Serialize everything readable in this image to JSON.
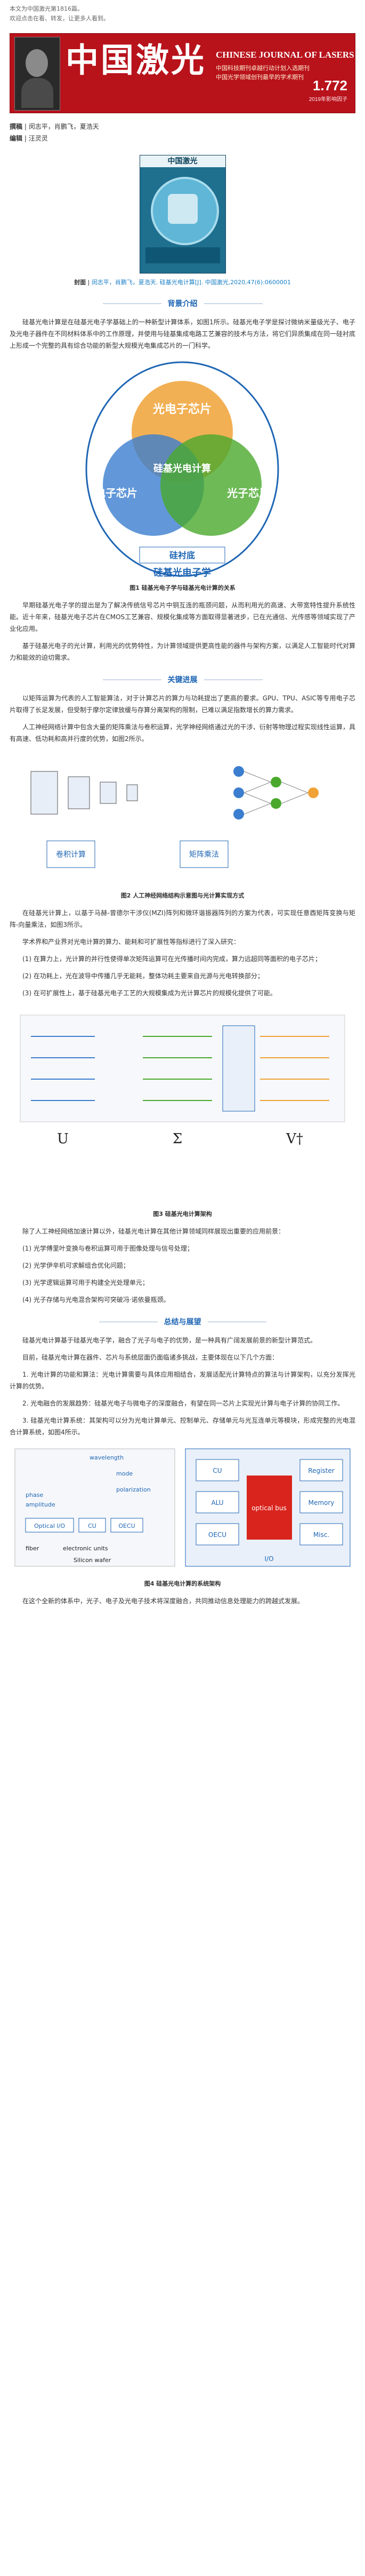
{
  "header": {
    "read_note": "本文为中国激光第1816篇。",
    "welcome": "欢迎点击在看、转发，让更多人看到。"
  },
  "banner": {
    "logo_cn": "中国激光",
    "logo_en": "CHINESE JOURNAL OF LASERS",
    "line1": "中国科技期刊卓越行动计划入选期刊",
    "line2": "中国光学领域创刊最早的学术期刊",
    "issue": "1.772",
    "issue_sub": "2019年影响因子"
  },
  "meta": {
    "author_label": "撰稿",
    "author_value": "闵志平，肖鹏飞，夏浩天",
    "editor_label": "编辑",
    "editor_value": "汪灵灵"
  },
  "cover": {
    "title": "中国激光"
  },
  "cover_caption": {
    "prefix": "封面",
    "link": "闵志平，肖鹏飞，夏浩天. 硅基光电计算[J]. 中国激光,2020,47(6):0600001"
  },
  "sections": {
    "background": "背景介绍",
    "key": "关键进展",
    "outlook": "总结与展望"
  },
  "paragraphs": {
    "intro1": "硅基光电计算是在硅基光电子学基础上的一种新型计算体系，如图1所示。硅基光电子学是探讨微纳米量级光子、电子及光电子器件在不同材料体系中的工作原理，并使用与硅基集成电路工艺兼容的技术与方法，将它们异质集成在同一硅衬底上形成一个完整的具有综合功能的新型大规模光电集成芯片的一门科学。",
    "intro2": "早期硅基光电子学的提出是为了解决传统信号芯片中铜互连的瓶颈问题，从而利用光的高速、大带宽特性提升系统性能。近十年来，硅基光电子芯片在CMOS工艺兼容、规模化集成等方面取得显著进步，已在光通信、光传感等领域实现了产业化应用。",
    "intro3": "基于硅基光电子的光计算，利用光的优势特性，为计算领域提供更高性能的器件与架构方案，以满足人工智能时代对算力和能效的迫切需求。",
    "key1": "以矩阵运算为代表的人工智能算法，对于计算芯片的算力与功耗提出了更高的要求。GPU、TPU、ASIC等专用电子芯片取得了长足发展，但受制于摩尔定律放缓与存算分离架构的限制，已难以满足指数增长的算力需求。",
    "key2": "人工神经网络计算中包含大量的矩阵乘法与卷积运算，光学神经网络通过光的干涉、衍射等物理过程实现线性运算，具有高速、低功耗和高并行度的优势，如图2所示。",
    "key3": "在硅基光计算上，以基于马赫-曾德尔干涉仪(MZI)阵列和微环谐振器阵列的方案为代表，可实现任意酉矩阵变换与矩阵-向量乘法，如图3所示。",
    "key4": "学术界和产业界对光电计算的算力、能耗和可扩展性等指标进行了深入研究：",
    "key5": "(1) 在算力上，光计算的并行性使得单次矩阵运算可在光传播时间内完成，算力远超同等面积的电子芯片；",
    "key6": "(2) 在功耗上，光在波导中传播几乎无能耗，整体功耗主要来自光源与光电转换部分；",
    "key7": "(3) 在可扩展性上，基于硅基光电子工艺的大规模集成为光计算芯片的规模化提供了可能。",
    "key8": "除了人工神经网络加速计算以外，硅基光电计算在其他计算领域同样展现出重要的应用前景：",
    "key9": "(1) 光学傅里叶变换与卷积运算可用于图像处理与信号处理；",
    "key10": "(2) 光学伊辛机可求解组合优化问题；",
    "key11": "(3) 光学逻辑运算可用于构建全光处理单元；",
    "key12": "(4) 光子存储与光电混合架构可突破冯·诺依曼瓶颈。",
    "outlook1": "硅基光电计算基于硅基光电子学，融合了光子与电子的优势，是一种具有广阔发展前景的新型计算范式。",
    "outlook2": "目前，硅基光电计算在器件、芯片与系统层面仍面临诸多挑战，主要体现在以下几个方面：",
    "outlook3": "1. 光电计算的功能和算法：光电计算需要与具体应用相结合，发展适配光计算特点的算法与计算架构，以充分发挥光计算的优势。",
    "outlook4": "2. 光电融合的发展趋势：硅基光电子与微电子的深度融合，有望在同一芯片上实现光计算与电子计算的协同工作。",
    "outlook5": "3. 硅基光电计算系统：其架构可以分为光电计算单元、控制单元、存储单元与光互连单元等模块，形成完整的光电混合计算系统，如图4所示。",
    "outlook6": "在这个全新的体系中，光子、电子及光电子技术将深度融合，共同推动信息处理能力的跨越式发展。"
  },
  "figures": {
    "fig1": {
      "caption": "图1 硅基光电子学与硅基光电计算的关系",
      "labels": {
        "optoelectronic_chip": "光电子芯片",
        "electronic_chip": "电子芯片",
        "photonic_chip": "光子芯片",
        "computing_center": "硅基光电计算",
        "substrate": "硅衬底",
        "silicon_photonics": "硅基光电子学"
      }
    },
    "fig2": {
      "caption": "图2 人工神经网络结构示意图与光计算实现方式",
      "labels": {
        "conv": "卷积计算",
        "mvm": "矩阵乘法"
      }
    },
    "fig3": {
      "caption": "图3 硅基光电计算架构",
      "labels": {
        "u": "U",
        "sigma": "Σ",
        "vt": "V†"
      }
    },
    "fig4": {
      "caption": "图4 硅基光电计算的系统架构",
      "labels": {
        "wavelength": "wavelength",
        "mode": "mode",
        "polarization": "polarization",
        "phase": "phase",
        "amplitude": "amplitude",
        "optical_io": "Optical I/O",
        "cu": "CU",
        "oecu": "OECU",
        "fiber": "fiber",
        "electronic_units": "electronic units",
        "silicon_wafer": "Silicon wafer",
        "register": "Register",
        "alu": "ALU",
        "optical_bus": "optical bus",
        "memory": "Memory",
        "misc": "Misc.",
        "io": "I/O"
      }
    }
  },
  "colors": {
    "banner_red": "#b8121b",
    "accent_blue": "#1f66b4",
    "venn_green": "#4aa92d",
    "venn_blue": "#3b7ecf",
    "venn_orange": "#f0a236"
  }
}
